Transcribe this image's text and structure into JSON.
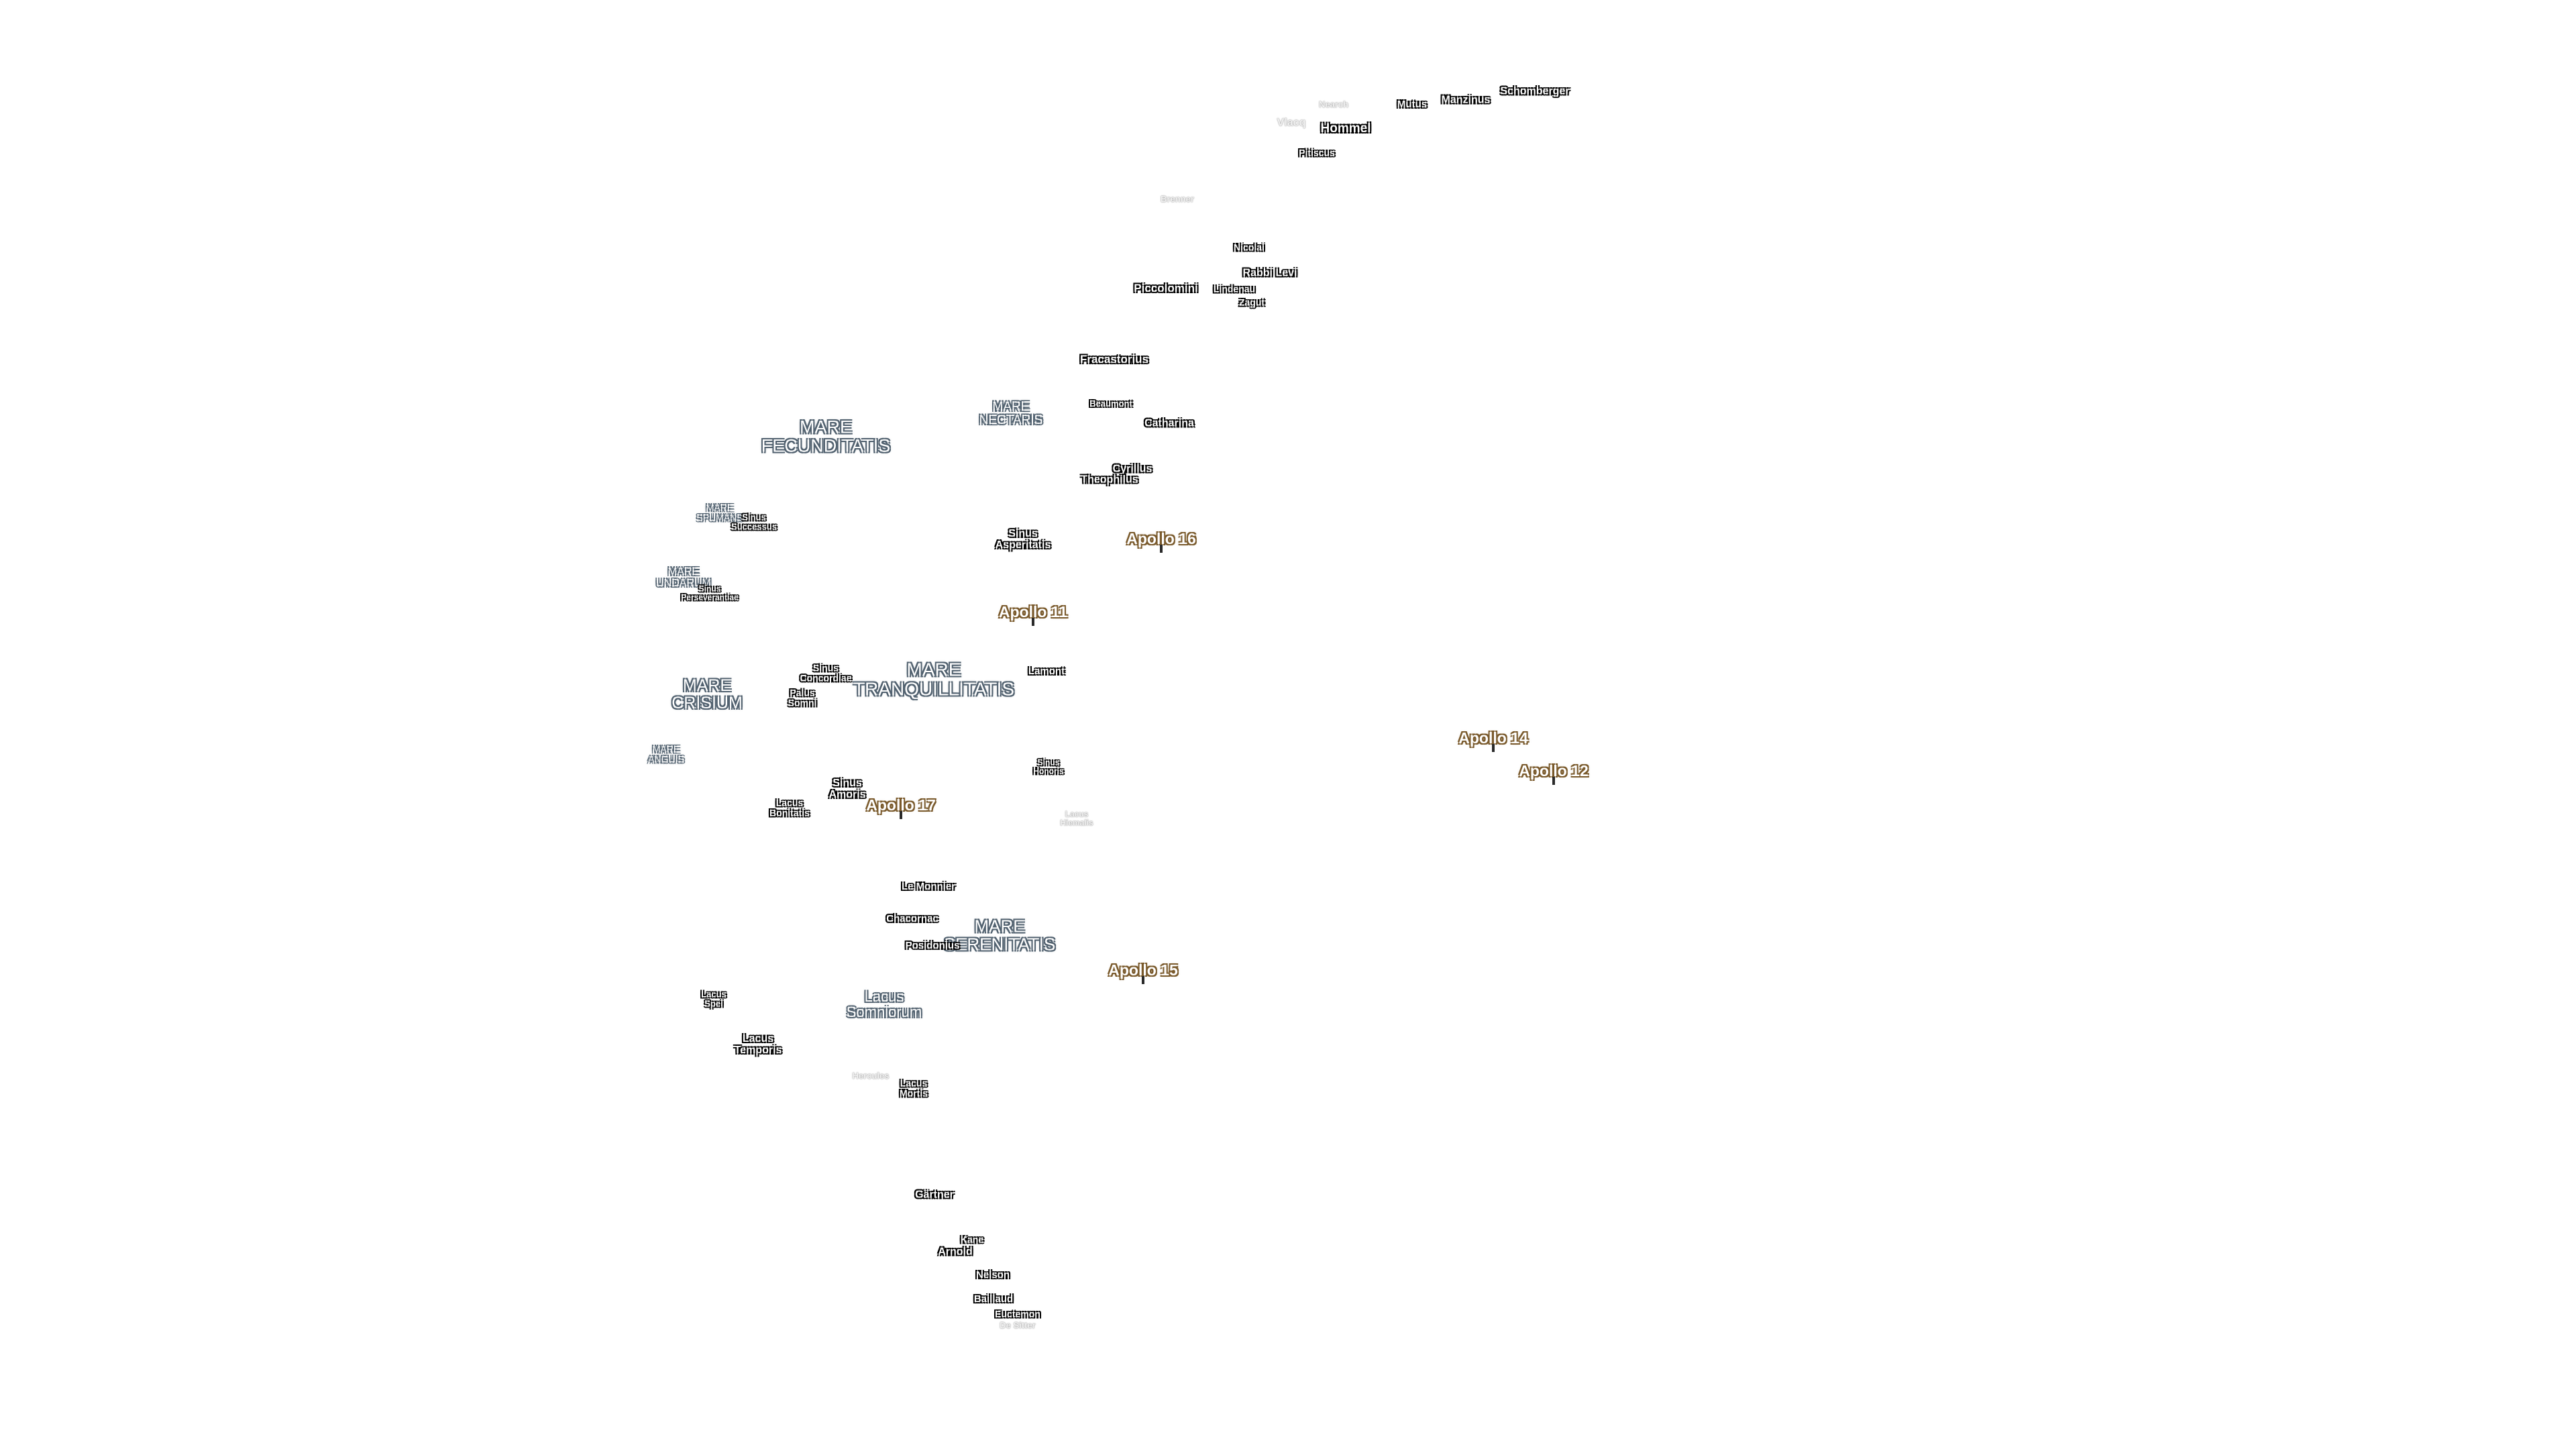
{
  "map": {
    "labels": [
      {
        "name": "Schomberger",
        "kind": "crater"
      },
      {
        "name": "Manzinus",
        "kind": "crater"
      },
      {
        "name": "Mutus",
        "kind": "crater"
      },
      {
        "name": "Nearch",
        "kind": "crater-faint"
      },
      {
        "name": "Vlacq",
        "kind": "crater-faint"
      },
      {
        "name": "Hommel",
        "kind": "crater"
      },
      {
        "name": "Pitiscus",
        "kind": "crater"
      },
      {
        "name": "Brenner",
        "kind": "crater-faint"
      },
      {
        "name": "Nicolai",
        "kind": "crater"
      },
      {
        "name": "Rabbi Levi",
        "kind": "crater"
      },
      {
        "name": "Piccolomini",
        "kind": "crater"
      },
      {
        "name": "Lindenau",
        "kind": "crater"
      },
      {
        "name": "Zagut",
        "kind": "crater"
      },
      {
        "name": "Fracastorius",
        "kind": "crater"
      },
      {
        "name": "Beaumont",
        "kind": "crater"
      },
      {
        "name": "MARE\nNECTARIS",
        "kind": "mare-small"
      },
      {
        "name": "Catharina",
        "kind": "crater"
      },
      {
        "name": "MARE\nFECUNDITATIS",
        "kind": "mare"
      },
      {
        "name": "Cyrillus",
        "kind": "crater"
      },
      {
        "name": "Theophilus",
        "kind": "crater"
      },
      {
        "name": "MARE\nSPUMANS",
        "kind": "mare-tiny"
      },
      {
        "name": "Sinus\nSuccessus",
        "kind": "crater"
      },
      {
        "name": "Sinus\nAsperitatis",
        "kind": "crater"
      },
      {
        "name": "Apollo 16",
        "kind": "apollo"
      },
      {
        "name": "MARE\nUNDARUM",
        "kind": "mare-tiny"
      },
      {
        "name": "Sinus\nPerseverantiae",
        "kind": "crater"
      },
      {
        "name": "Apollo 11",
        "kind": "apollo"
      },
      {
        "name": "Sinus\nConcordiae",
        "kind": "crater"
      },
      {
        "name": "MARE\nTRANQUILLITATIS",
        "kind": "mare"
      },
      {
        "name": "Lamont",
        "kind": "crater"
      },
      {
        "name": "MARE\nCRISIUM",
        "kind": "mare"
      },
      {
        "name": "Palus\nSomni",
        "kind": "crater"
      },
      {
        "name": "Apollo 14",
        "kind": "apollo"
      },
      {
        "name": "MARE\nANGUIS",
        "kind": "mare-tiny"
      },
      {
        "name": "Sinus\nHonoris",
        "kind": "crater"
      },
      {
        "name": "Apollo 12",
        "kind": "apollo"
      },
      {
        "name": "Sinus\nAmoris",
        "kind": "crater"
      },
      {
        "name": "Lacus\nBonitatis",
        "kind": "crater"
      },
      {
        "name": "Apollo 17",
        "kind": "apollo"
      },
      {
        "name": "Lacus\nHiemalis",
        "kind": "crater-faint"
      },
      {
        "name": "Le Monnier",
        "kind": "crater"
      },
      {
        "name": "Chacornac",
        "kind": "crater"
      },
      {
        "name": "MARE\nSERENITATIS",
        "kind": "mare"
      },
      {
        "name": "Posidonius",
        "kind": "crater"
      },
      {
        "name": "Apollo 15",
        "kind": "apollo"
      },
      {
        "name": "Lacus\nSpei",
        "kind": "crater"
      },
      {
        "name": "Lacus\nSomniorum",
        "kind": "mare-small"
      },
      {
        "name": "Lacus\nTemporis",
        "kind": "crater"
      },
      {
        "name": "Hercules",
        "kind": "crater-faint"
      },
      {
        "name": "Lacus\nMortis",
        "kind": "crater"
      },
      {
        "name": "Gärtner",
        "kind": "crater"
      },
      {
        "name": "Kane",
        "kind": "crater"
      },
      {
        "name": "Arnold",
        "kind": "crater"
      },
      {
        "name": "Nelson",
        "kind": "crater"
      },
      {
        "name": "Baillaud",
        "kind": "crater"
      },
      {
        "name": "Euctemon",
        "kind": "crater"
      },
      {
        "name": "De Sitter",
        "kind": "crater-faint"
      }
    ]
  }
}
